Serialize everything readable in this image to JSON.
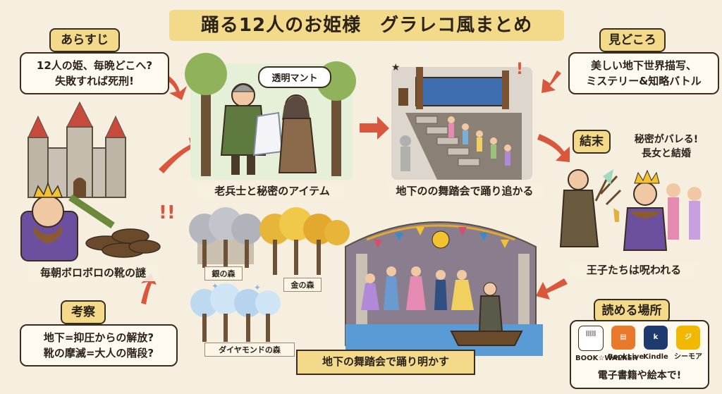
{
  "title": "踊る12人のお姫様　グラレコ風まとめ",
  "synopsis": {
    "tag": "あらすじ",
    "line1": "12人の姫、毎晩どこへ?",
    "line2": "失敗すれば死刑!"
  },
  "highlights": {
    "tag": "見どころ",
    "line1": "美しい地下世界描写、",
    "line2": "ミステリー&知略バトル"
  },
  "scenes": {
    "shoes": "毎朝ボロボロの靴の謎",
    "soldier": "老兵士と秘密のアイテム",
    "cloak_bubble": "透明マント",
    "stairs": "地下のの舞踏会で踊り追かる",
    "curse": "王子たちは呪われる",
    "ball_ribbon": "地下の舞踏会で踊り明かす"
  },
  "forests": {
    "silver": "銀の森",
    "gold": "金の森",
    "diamond": "ダイヤモンドの森"
  },
  "ending": {
    "tag": "結末",
    "bubble1": "秘密がバレる!",
    "bubble2": "長女と結婚"
  },
  "analysis": {
    "tag": "考察",
    "line1": "地下=抑圧からの解放?",
    "line2": "靴の摩滅=大人の階段?"
  },
  "where": {
    "tag": "読める場所",
    "apps": [
      {
        "name": "BOOK☆WALKER",
        "icon": "bookwalker-icon",
        "color": "#ffffff"
      },
      {
        "name": "BookLive",
        "icon": "booklive-icon",
        "color": "#e8792a"
      },
      {
        "name": "Kindle",
        "icon": "kindle-icon",
        "color": "#1e3a6e"
      },
      {
        "name": "シーモア",
        "icon": "cmoa-icon",
        "color": "#f2b800"
      }
    ],
    "footer": "電子書籍や絵本で!"
  },
  "colors": {
    "accent": "#f3d98a",
    "arrow": "#d9573c",
    "ink": "#3a2d20",
    "water": "#5b9bd5"
  }
}
